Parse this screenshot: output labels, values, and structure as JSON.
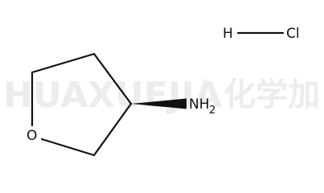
{
  "watermark": {
    "latin": "HUAXUEJIA",
    "registered": "®",
    "cjk": "化学加"
  },
  "molecule": {
    "ring_oxygen": "O",
    "amine": "NH",
    "amine_subscript": "2",
    "hcl_hydrogen": "H",
    "hcl_chlorine": "Cl"
  }
}
